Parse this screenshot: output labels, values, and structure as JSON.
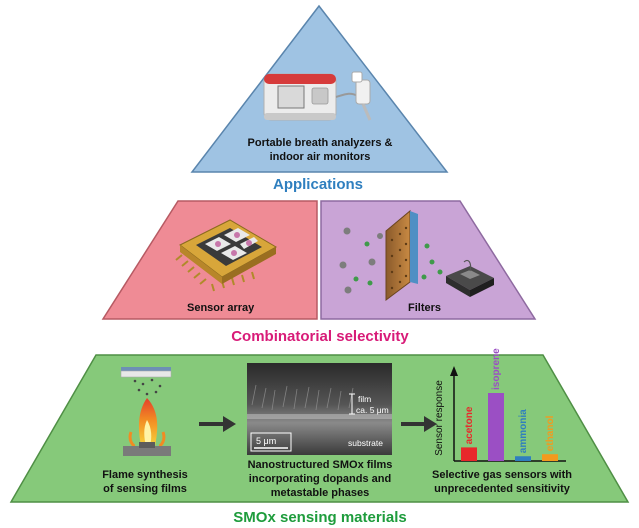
{
  "applications": {
    "caption_line1": "Portable breath analyzers &",
    "caption_line2": "indoor air monitors",
    "title": "Applications",
    "title_color": "#2f7fbf",
    "panel_color": "#9fc3e3"
  },
  "combinatorial": {
    "title": "Combinatorial selectivity",
    "title_color": "#d81b78",
    "sensor_array_label": "Sensor array",
    "filters_label": "Filters",
    "sensor_panel_color": "#ef8b95",
    "filter_panel_color": "#c9a4d6"
  },
  "materials": {
    "title": "SMOx sensing materials",
    "title_color": "#1e9c3c",
    "panel_color": "#86c97a",
    "flame_line1": "Flame synthesis",
    "flame_line2": "of sensing films",
    "sem": {
      "film_label": "film",
      "thickness_label": "ca. 5 μm",
      "scale_label": "5 μm",
      "substrate_label": "substrate"
    },
    "films_line1": "Nanostructured SMOx films",
    "films_line2": "incorporating dopands and",
    "films_line3": "metastable phases",
    "sensors_line1": "Selective gas sensors with",
    "sensors_line2": "unprecedented sensitivity"
  },
  "chart_data": {
    "type": "bar",
    "ylabel": "Sensor response",
    "categories": [
      "acetone",
      "isoprene",
      "ammonia",
      "ethanol"
    ],
    "values": [
      0.2,
      1.0,
      0.07,
      0.1
    ],
    "colors": [
      "#e8282b",
      "#9b4fc4",
      "#2f7fbf",
      "#f39a1e"
    ]
  }
}
